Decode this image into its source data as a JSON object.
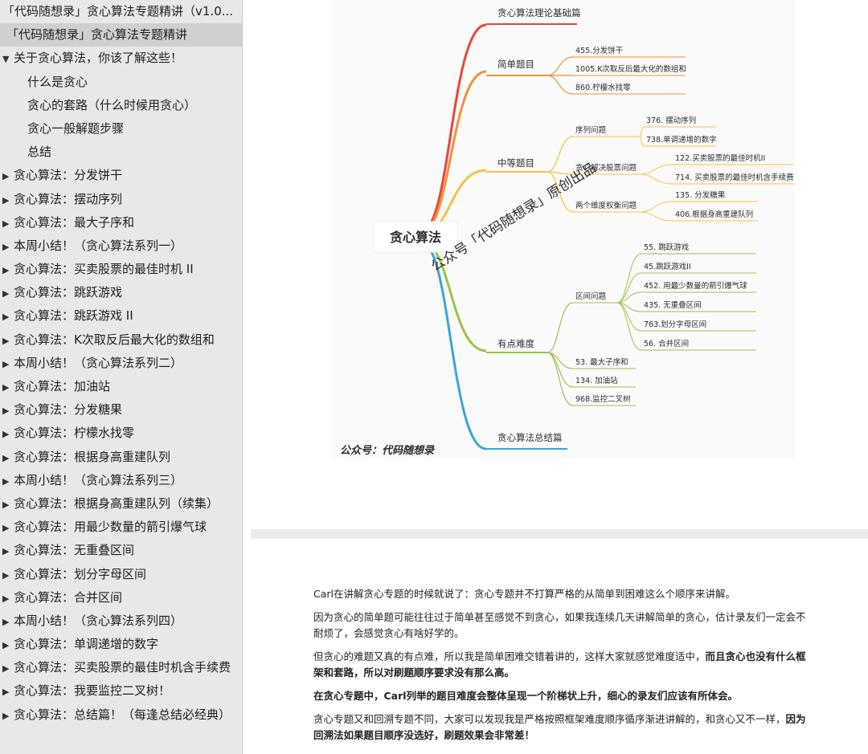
{
  "sidebar": {
    "title": "「代码随想录」贪心算法专题精讲（v1.0...",
    "items": [
      {
        "label": "「代码随想录」贪心算法专题精讲",
        "level": "root",
        "arrow": ""
      },
      {
        "label": "关于贪心算法，你该了解这些！",
        "level": "lvl0",
        "arrow": "▼"
      },
      {
        "label": "什么是贪心",
        "level": "lvl1-plain",
        "arrow": ""
      },
      {
        "label": "贪心的套路（什么时候用贪心）",
        "level": "lvl1-plain",
        "arrow": ""
      },
      {
        "label": "贪心一般解题步骤",
        "level": "lvl1-plain",
        "arrow": ""
      },
      {
        "label": "总结",
        "level": "lvl1-plain",
        "arrow": ""
      },
      {
        "label": "贪心算法：分发饼干",
        "level": "lvl0",
        "arrow": "▶"
      },
      {
        "label": "贪心算法：摆动序列",
        "level": "lvl0",
        "arrow": "▶"
      },
      {
        "label": "贪心算法：最大子序和",
        "level": "lvl0",
        "arrow": "▶"
      },
      {
        "label": "本周小结！（贪心算法系列一）",
        "level": "lvl0",
        "arrow": "▶"
      },
      {
        "label": "贪心算法：买卖股票的最佳时机 II",
        "level": "lvl0",
        "arrow": "▶"
      },
      {
        "label": "贪心算法：跳跃游戏",
        "level": "lvl0",
        "arrow": "▶"
      },
      {
        "label": "贪心算法：跳跃游戏 II",
        "level": "lvl0",
        "arrow": "▶"
      },
      {
        "label": "贪心算法：K次取反后最大化的数组和",
        "level": "lvl0",
        "arrow": "▶"
      },
      {
        "label": "本周小结！（贪心算法系列二）",
        "level": "lvl0",
        "arrow": "▶"
      },
      {
        "label": "贪心算法：加油站",
        "level": "lvl0",
        "arrow": "▶"
      },
      {
        "label": "贪心算法：分发糖果",
        "level": "lvl0",
        "arrow": "▶"
      },
      {
        "label": "贪心算法：柠檬水找零",
        "level": "lvl0",
        "arrow": "▶"
      },
      {
        "label": "贪心算法：根据身高重建队列",
        "level": "lvl0",
        "arrow": "▶"
      },
      {
        "label": "本周小结！（贪心算法系列三）",
        "level": "lvl0",
        "arrow": "▶"
      },
      {
        "label": "贪心算法：根据身高重建队列（续集）",
        "level": "lvl0",
        "arrow": "▶"
      },
      {
        "label": "贪心算法：用最少数量的箭引爆气球",
        "level": "lvl0",
        "arrow": "▶"
      },
      {
        "label": "贪心算法：无重叠区间",
        "level": "lvl0",
        "arrow": "▶"
      },
      {
        "label": "贪心算法：划分字母区间",
        "level": "lvl0",
        "arrow": "▶"
      },
      {
        "label": "贪心算法：合并区间",
        "level": "lvl0",
        "arrow": "▶"
      },
      {
        "label": "本周小结！（贪心算法系列四）",
        "level": "lvl0",
        "arrow": "▶"
      },
      {
        "label": "贪心算法：单调递增的数字",
        "level": "lvl0",
        "arrow": "▶"
      },
      {
        "label": "贪心算法：买卖股票的最佳时机含手续费",
        "level": "lvl0",
        "arrow": "▶"
      },
      {
        "label": "贪心算法：我要监控二叉树！",
        "level": "lvl0",
        "arrow": "▶"
      },
      {
        "label": "贪心算法：总结篇！（每逢总结必经典）",
        "level": "lvl0",
        "arrow": "▶"
      }
    ]
  },
  "mindmap": {
    "root": "贪心算法",
    "watermark": "公众号「代码随想录」原创出品",
    "footer": "公众号：代码随想录",
    "branches": {
      "theory": "贪心算法理论基础篇",
      "easy": "简单题目",
      "medium": "中等题目",
      "hard": "有点难度",
      "summary": "贪心算法总结篇"
    },
    "easy_items": [
      "455.分发饼干",
      "1005.K次取反后最大化的数组和",
      "860.柠檬水找零"
    ],
    "medium_groups": {
      "seq": "序列问题",
      "stock": "贪心解决股票问题",
      "two_dim": "两个维度权衡问题"
    },
    "seq_items": [
      "376. 摆动序列",
      "738.单调递增的数字"
    ],
    "stock_items": [
      "122.买卖股票的最佳时机II",
      "714. 买卖股票的最佳时机含手续费"
    ],
    "two_dim_items": [
      "135. 分发糖果",
      "406.根据身高重建队列"
    ],
    "interval_group": "区间问题",
    "interval_items": [
      "55. 跳跃游戏",
      "45.跳跃游戏II",
      "452. 用最少数量的箭引爆气球",
      "435. 无重叠区间",
      "763.划分字母区间",
      "56. 合并区间"
    ],
    "hard_items": [
      "53. 最大子序和",
      "134. 加油站",
      "968.监控二叉树"
    ]
  },
  "article": {
    "p1": "Carl在讲解贪心专题的时候就说了：贪心专题并不打算严格的从简单到困难这么个顺序来讲解。",
    "p2": "因为贪心的简单题可能往往过于简单甚至感觉不到贪心，如果我连续几天讲解简单的贪心，估计录友们一定会不耐烦了，会感觉贪心有啥好学的。",
    "p3_normal": "但贪心的难题又真的有点难，所以我是简单困难交错着讲的，这样大家就感觉难度适中，",
    "p3_bold": "而且贪心也没有什么框架和套路，所以对刷题顺序要求没有那么高。",
    "p4_bold": "在贪心专题中，Carl列举的题目难度会整体呈现一个阶梯状上升，细心的录友们应该有所体会。",
    "p5_normal": "贪心专题又和回溯专题不同，大家可以发现我是严格按照框架难度顺序循序渐进讲解的，和贪心又不一样，",
    "p5_bold": "因为回溯法如果题目顺序没选好，刷题效果会非常差！"
  }
}
